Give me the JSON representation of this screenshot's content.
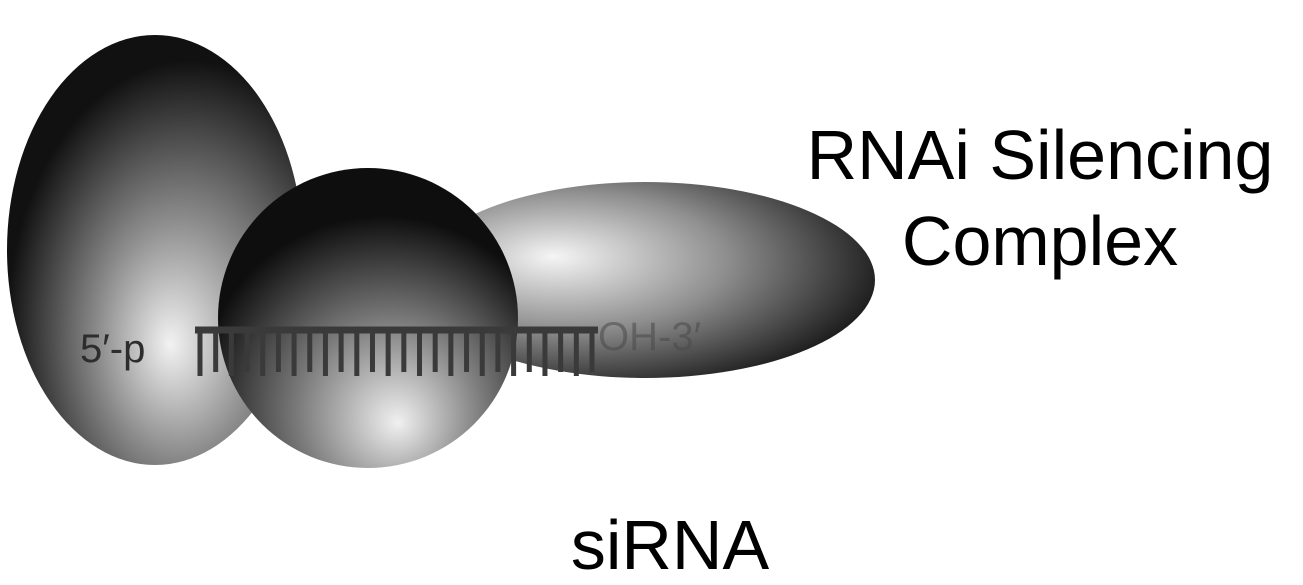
{
  "complex_label": {
    "line1": "RNAi Silencing",
    "line2": "Complex"
  },
  "sirna_label": "siRNA",
  "strand": {
    "five_prime_label": "5′-p",
    "three_prime_label": "OH-3′"
  },
  "colors": {
    "shape_dark": "#111111",
    "shape_light": "#f2f2f2",
    "strand": "#3a3a3a",
    "background": "#ffffff"
  }
}
